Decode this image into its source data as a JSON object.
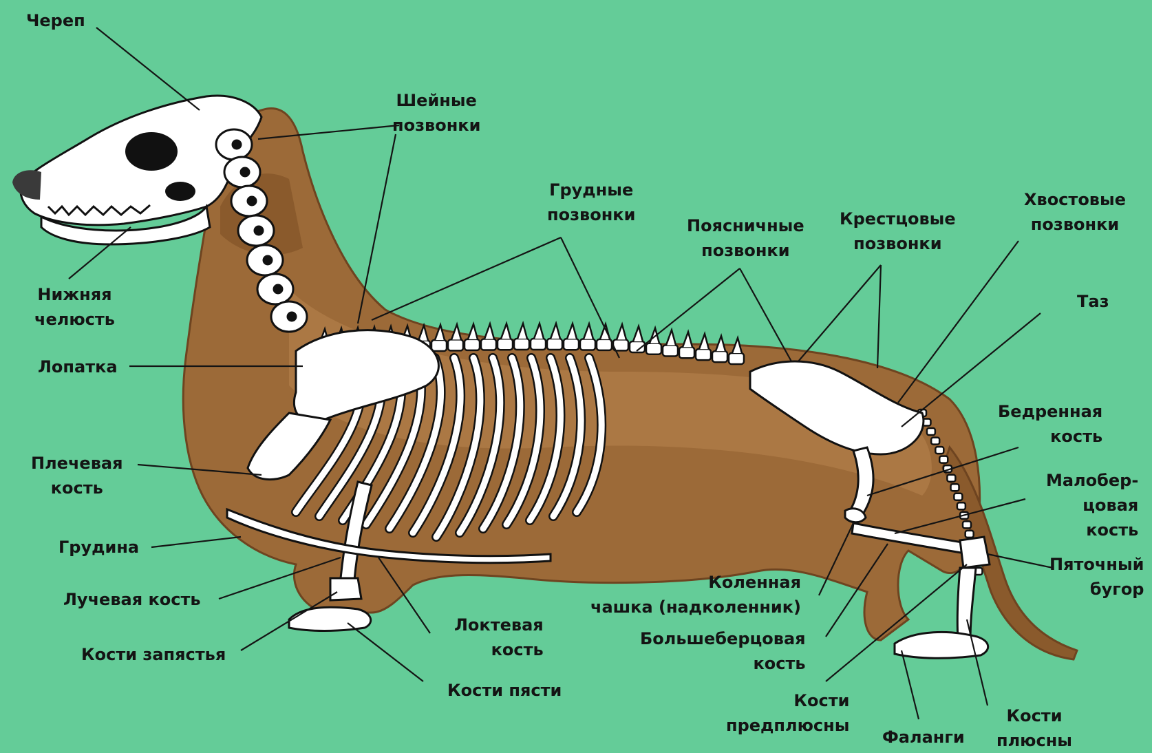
{
  "colors": {
    "background": "#64cc98",
    "fur": "#9c6a38",
    "fur_dark": "#6e4420",
    "bone": "#ffffff",
    "bone_outline": "#111111",
    "leader_line": "#141414",
    "text": "#141414"
  },
  "labels": {
    "skull": "Череп",
    "cervical_1": "Шейные",
    "cervical_2": "позвонки",
    "thoracic_1": "Грудные",
    "thoracic_2": "позвонки",
    "lumbar_1": "Поясничные",
    "lumbar_2": "позвонки",
    "sacral_1": "Крестцовые",
    "sacral_2": "позвонки",
    "caudal_1": "Хвостовые",
    "caudal_2": "позвонки",
    "pelvis": "Таз",
    "mandible_1": "Нижняя",
    "mandible_2": "челюсть",
    "scapula": "Лопатка",
    "humerus_1": "Плечевая",
    "humerus_2": "кость",
    "sternum": "Грудина",
    "radius": "Лучевая кость",
    "carpals": "Кости запястья",
    "ulna_1": "Локтевая",
    "ulna_2": "кость",
    "metacarpals": "Кости пясти",
    "femur_1": "Бедренная",
    "femur_2": "кость",
    "fibula_1": "Малобер-",
    "fibula_2": "цовая",
    "fibula_3": "кость",
    "calcaneal_1": "Пяточный",
    "calcaneal_2": "бугор",
    "patella_1": "Коленная",
    "patella_2": "чашка (надколенник)",
    "tibia_1": "Большеберцовая",
    "tibia_2": "кость",
    "tarsals_1": "Кости",
    "tarsals_2": "предплюсны",
    "phalanges": "Фаланги",
    "metatarsals_1": "Кости",
    "metatarsals_2": "плюсны"
  }
}
